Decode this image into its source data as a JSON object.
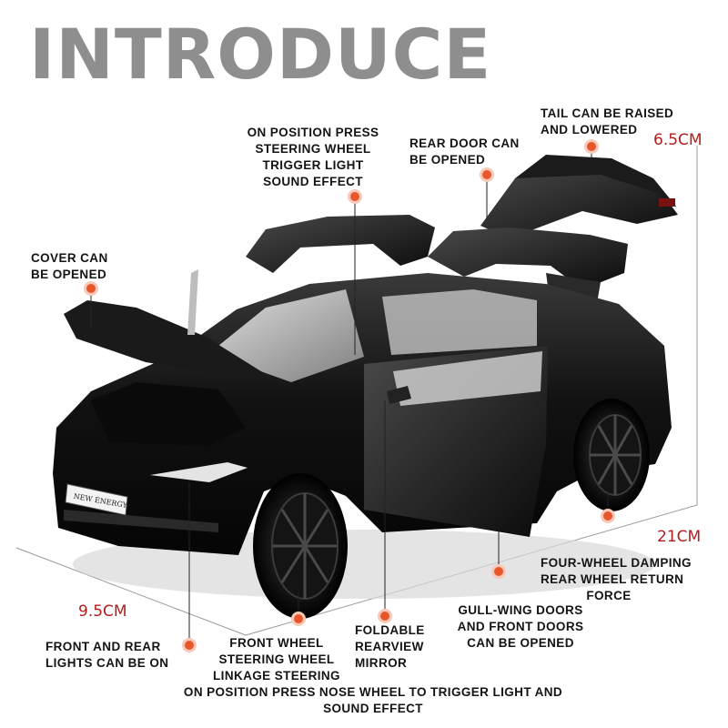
{
  "title": "INTRODUCE",
  "colors": {
    "accent": "#e8562c",
    "dimension": "#b21e1e",
    "title": "#8e8e8e",
    "car_body": "#111111"
  },
  "dimensions": {
    "height": "6.5CM",
    "length": "21CM",
    "width": "9.5CM"
  },
  "callouts": {
    "steering_press": [
      "ON POSITION PRESS",
      "STEERING WHEEL",
      "TRIGGER LIGHT",
      "SOUND EFFECT"
    ],
    "rear_door": [
      "REAR DOOR CAN",
      "BE OPENED"
    ],
    "tail": [
      "TAIL CAN BE RAISED",
      "AND LOWERED"
    ],
    "cover": [
      "COVER CAN",
      "BE OPENED"
    ],
    "damping": [
      "FOUR-WHEEL DAMPING",
      "REAR WHEEL RETURN",
      "FORCE"
    ],
    "gull_wing": [
      "GULL-WING DOORS",
      "AND FRONT DOORS",
      "CAN BE OPENED"
    ],
    "mirror": [
      "FOLDABLE",
      "REARVIEW",
      "MIRROR"
    ],
    "front_wheel": [
      "FRONT WHEEL",
      "STEERING WHEEL",
      "LINKAGE STEERING"
    ],
    "lights": [
      "FRONT AND REAR",
      "LIGHTS CAN BE ON"
    ],
    "nose_press": [
      "ON POSITION PRESS NOSE WHEEL TO TRIGGER LIGHT AND",
      "SOUND EFFECT"
    ]
  },
  "car": {
    "plate_text": "NEW ENERGY"
  }
}
